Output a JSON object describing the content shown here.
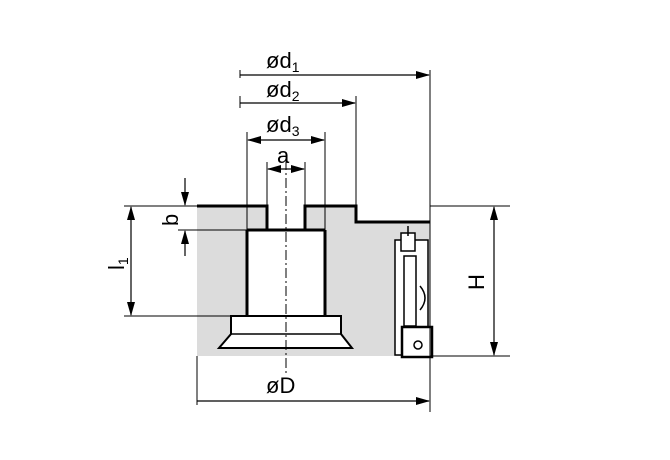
{
  "labels": {
    "d1": "ød",
    "d1_sub": "1",
    "d2": "ød",
    "d2_sub": "2",
    "d3": "ød",
    "d3_sub": "3",
    "a": "a",
    "b": "b",
    "l1": "l",
    "l1_sub": "1",
    "H": "H",
    "D": "øD"
  },
  "colors": {
    "body_fill": "#dcdcdc",
    "line": "#000000",
    "background": "#ffffff"
  }
}
